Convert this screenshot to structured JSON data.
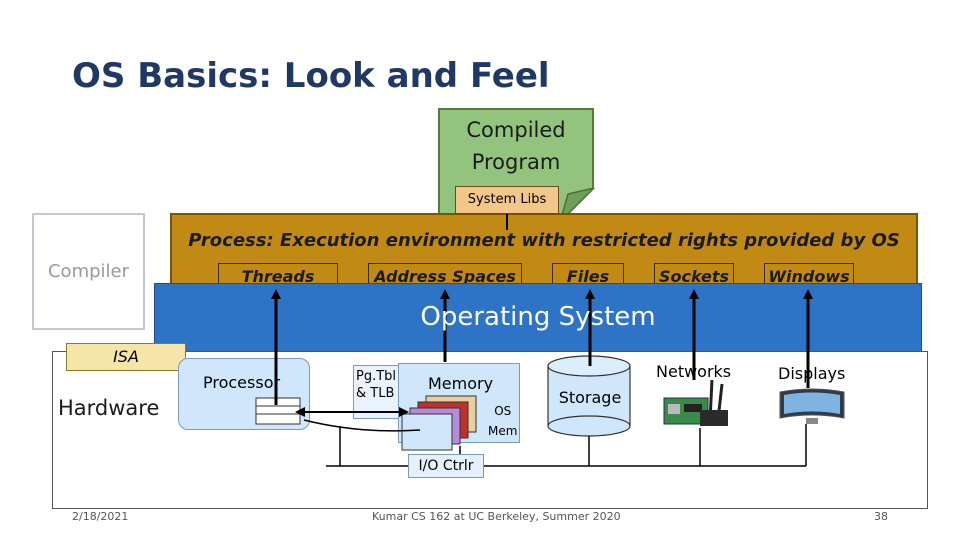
{
  "title": "OS Basics: Look and Feel",
  "compiled_program": {
    "line1": "Compiled",
    "line2": "Program"
  },
  "system_libs": "System Libs",
  "compiler": "Compiler",
  "process": {
    "label": "Process: Execution environment with restricted rights provided by OS",
    "tags": [
      "Threads",
      "Address Spaces",
      "Files",
      "Sockets",
      "Windows"
    ]
  },
  "operating_system": "Operating System",
  "isa": "ISA",
  "hardware": {
    "label": "Hardware",
    "processor": "Processor",
    "pgtbl_line1": "Pg.Tbl",
    "pgtbl_line2": "& TLB",
    "memory": "Memory",
    "os_mem_line1": "OS",
    "os_mem_line2": "Mem",
    "storage": "Storage",
    "networks": "Networks",
    "displays": "Displays",
    "io_ctrl": "I/O Ctrlr"
  },
  "footer": {
    "date": "2/18/2021",
    "course": "Kumar CS 162 at UC Berkeley, Summer 2020",
    "page": "38"
  },
  "colors": {
    "title": "#1f3864",
    "process": "#c08a14",
    "os": "#2e74c6",
    "note": "#92c47d",
    "libs": "#f3c68a",
    "isa": "#f5e5a7"
  }
}
